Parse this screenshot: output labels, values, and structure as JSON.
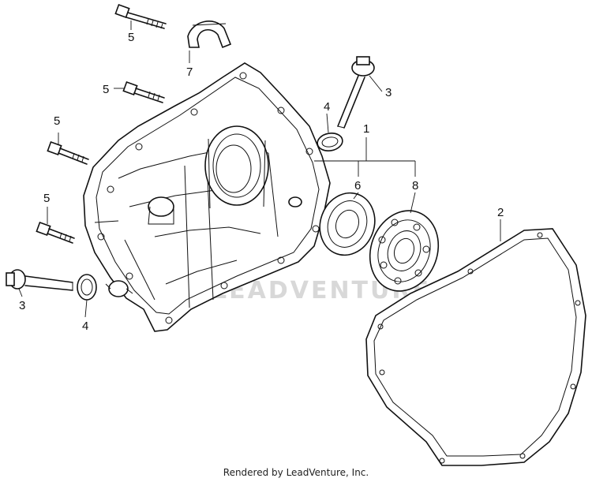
{
  "diagram": {
    "callouts": {
      "bolt_top": "5",
      "collar": "7",
      "dipstick_right": "3",
      "seal_right": "4",
      "assembly": "1",
      "bolt_left_upper": "5",
      "bolt_left_middle": "5",
      "bolt_left_lower": "5",
      "seal_inner": "6",
      "bearing": "8",
      "gasket": "2",
      "dipstick_left": "3",
      "seal_left": "4"
    },
    "watermark": "LEADVENTURE",
    "footer": "Rendered by LeadVenture, Inc."
  }
}
